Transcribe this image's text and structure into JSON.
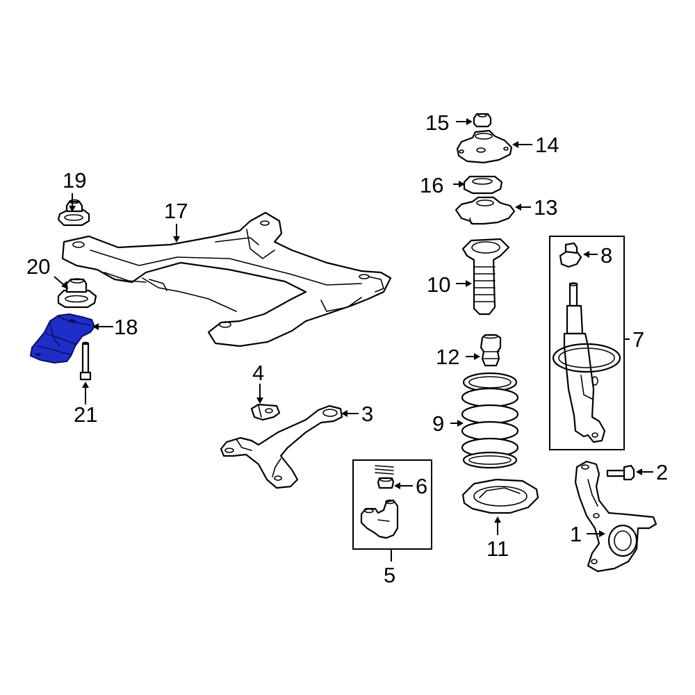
{
  "diagram": {
    "labels": {
      "p1": "1",
      "p2": "2",
      "p3": "3",
      "p4": "4",
      "p5": "5",
      "p6": "6",
      "p7": "7",
      "p8": "8",
      "p9": "9",
      "p10": "10",
      "p11": "11",
      "p12": "12",
      "p13": "13",
      "p14": "14",
      "p15": "15",
      "p16": "16",
      "p17": "17",
      "p18": "18",
      "p19": "19",
      "p20": "20",
      "p21": "21"
    },
    "highlight_color": "#1f2ec9"
  }
}
